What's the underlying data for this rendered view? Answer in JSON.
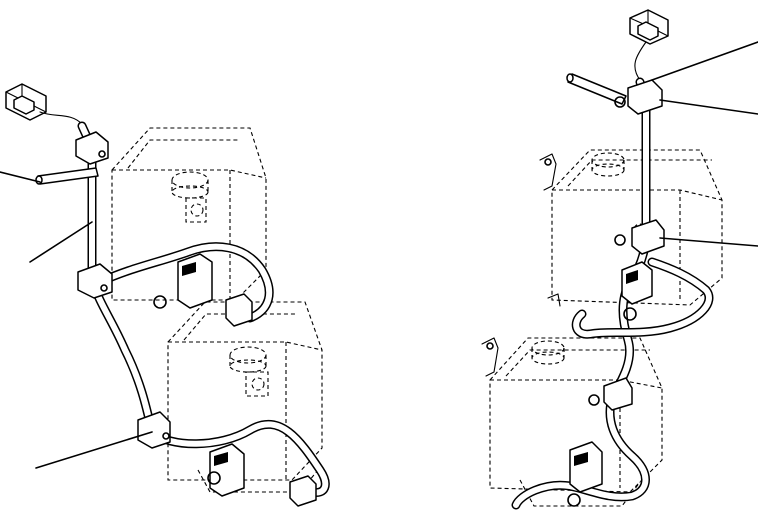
{
  "figure": {
    "views": [
      {
        "id": "left-view",
        "components": [
          "electrical-connector",
          "harness-wire",
          "harness-clamp",
          "upper-reservoir-tank",
          "lower-reservoir-tank",
          "washer-motor"
        ]
      },
      {
        "id": "right-view",
        "components": [
          "electrical-connector",
          "harness-wire",
          "harness-clamp",
          "upper-reservoir-tank",
          "lower-reservoir-tank",
          "washer-motor"
        ]
      }
    ],
    "callout_count": 6,
    "colors": {
      "ink": "#000000",
      "background": "#ffffff"
    }
  }
}
